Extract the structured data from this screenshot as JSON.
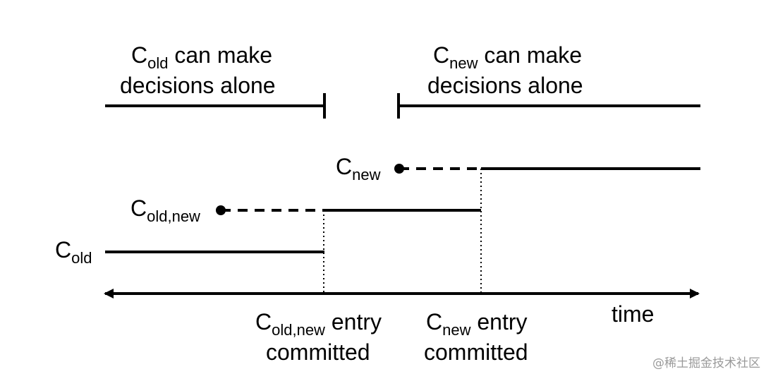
{
  "phases": {
    "old_alone": {
      "base": "C",
      "sub": "old",
      "line1_rest": " can make",
      "line2": "decisions alone"
    },
    "new_alone": {
      "base": "C",
      "sub": "new",
      "line1_rest": " can make",
      "line2": "decisions alone"
    }
  },
  "configs": {
    "old": {
      "base": "C",
      "sub": "old"
    },
    "joint": {
      "base": "C",
      "sub": "old,new"
    },
    "new": {
      "base": "C",
      "sub": "new"
    }
  },
  "events": {
    "joint_commit": {
      "base": "C",
      "sub": "old,new",
      "line1_rest": " entry",
      "line2": "committed"
    },
    "new_commit": {
      "base": "C",
      "sub": "new",
      "line1_rest": " entry",
      "line2": "committed"
    }
  },
  "axis": {
    "label": "time"
  },
  "watermark": "@稀土掘金技术社区",
  "colors": {
    "ink": "#000000",
    "watermark": "#9a9a9a"
  }
}
